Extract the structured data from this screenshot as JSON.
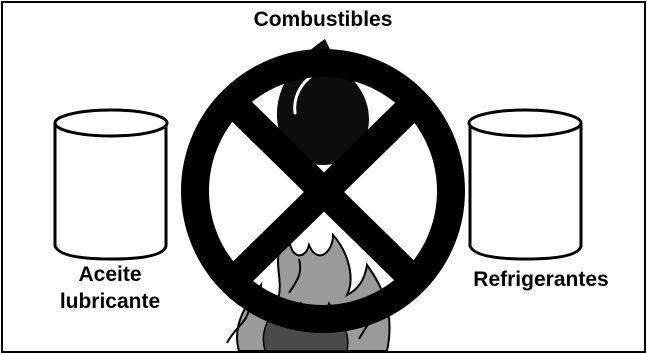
{
  "labels": {
    "title": "Combustibles",
    "left_line1": "Aceite",
    "left_line2": "lubricante",
    "right": "Refrigerantes"
  },
  "colors": {
    "ink": "#000000",
    "background": "#ffffff",
    "drop": "#0d0d0d",
    "fire_dark": "#4a4a4a",
    "fire_mid": "#9a9a9a"
  },
  "icons": [
    "oil-can-icon",
    "refrigerant-can-icon",
    "prohibition-icon",
    "flame-drop-icon",
    "fire-icon"
  ]
}
